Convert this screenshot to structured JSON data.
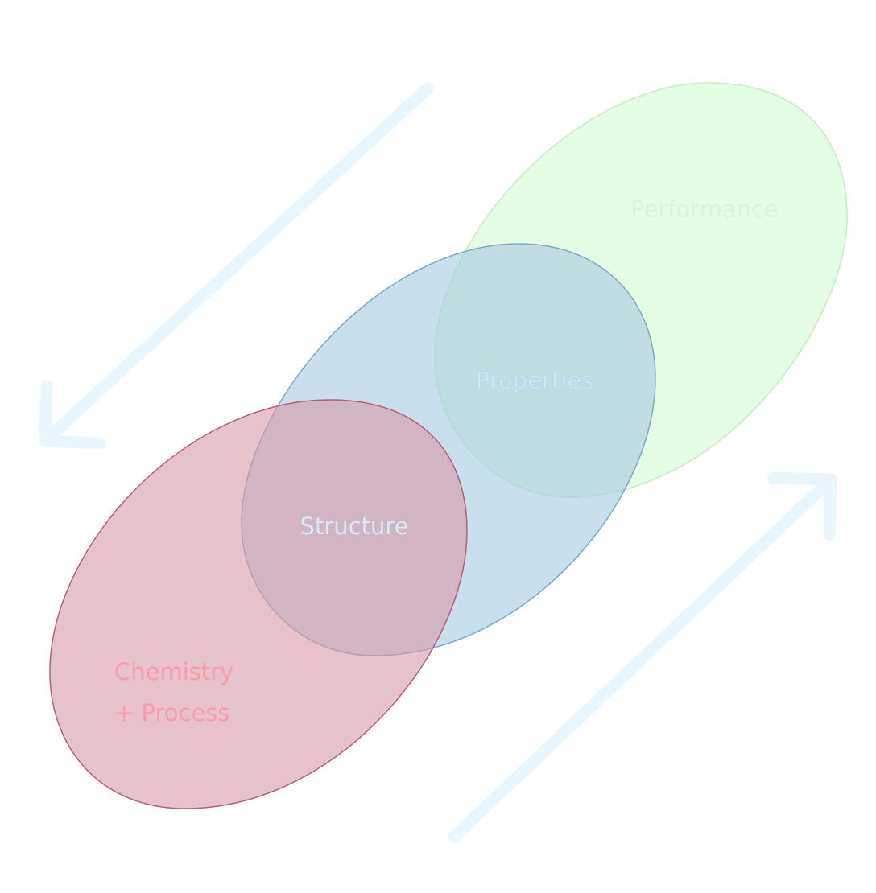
{
  "diagram": {
    "labels": {
      "performance": "Performance",
      "properties": "Properties",
      "structure": "Structure",
      "chemistry_line1": "Chemistry",
      "chemistry_line2": "+ Process"
    },
    "colors": {
      "arrow": "#e9f6fd",
      "performance_fill": "#dcfcdc",
      "performance_stroke": "#c5ecc5",
      "properties_fill": "#a9cce0",
      "properties_stroke": "#7aaac8",
      "chemistry_fill": "#d79aa8",
      "chemistry_stroke": "#b3607a",
      "performance_text": "#d6f8d6",
      "properties_text": "#cfe8f7",
      "structure_text": "#d4e8f5",
      "chemistry_text": "#f79ca8"
    }
  }
}
